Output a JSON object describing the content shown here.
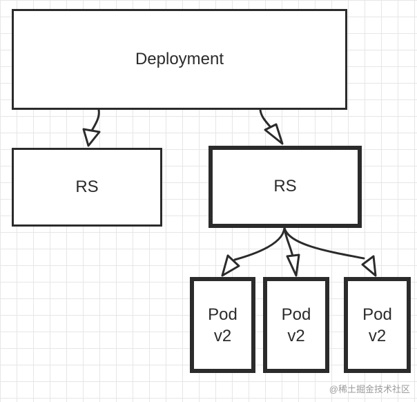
{
  "diagram": {
    "deployment": {
      "label": "Deployment"
    },
    "replica_sets": [
      {
        "label": "RS",
        "emphasis": "normal"
      },
      {
        "label": "RS",
        "emphasis": "bold"
      }
    ],
    "pods": [
      {
        "label": "Pod\nv2"
      },
      {
        "label": "Pod\nv2"
      },
      {
        "label": "Pod\nv2"
      }
    ],
    "edges": [
      {
        "from": "Deployment",
        "to": "RS (left)"
      },
      {
        "from": "Deployment",
        "to": "RS (right)"
      },
      {
        "from": "RS (right)",
        "to": "Pod v2 (1)"
      },
      {
        "from": "RS (right)",
        "to": "Pod v2 (2)"
      },
      {
        "from": "RS (right)",
        "to": "Pod v2 (3)"
      }
    ],
    "colors": {
      "stroke": "#2b2b2b",
      "grid": "#e6e6e6",
      "background": "#ffffff"
    }
  },
  "watermark": "@稀土掘金技术社区"
}
